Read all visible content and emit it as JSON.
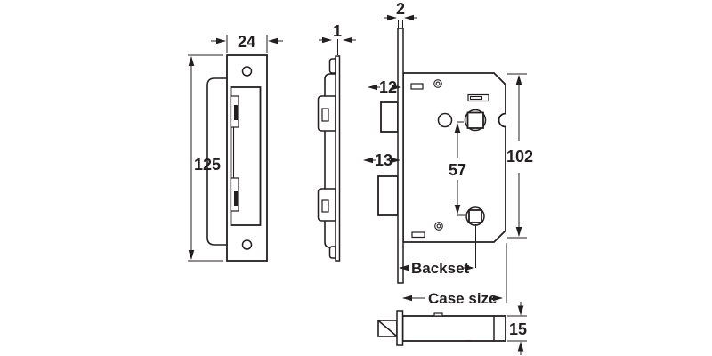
{
  "diagram": {
    "colors": {
      "line": "#231f20",
      "background": "#ffffff"
    },
    "dimensions": {
      "plate_width": "24",
      "plate_height": "125",
      "plate_thickness": "1",
      "faceplate_thickness": "2",
      "latch_projection": "12",
      "deadbolt_throw": "13",
      "follower_centres": "57",
      "case_height": "102",
      "backset": "Backset",
      "case_size": "Case size",
      "latch_case_height": "15"
    }
  }
}
